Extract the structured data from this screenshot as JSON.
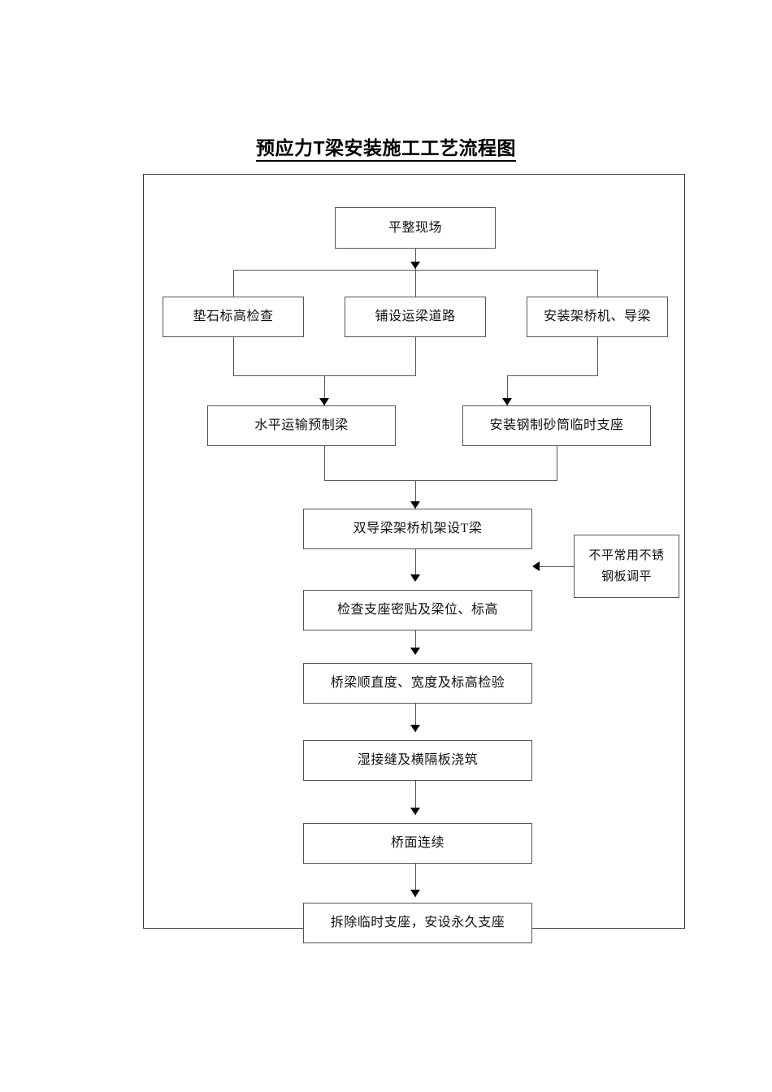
{
  "document": {
    "title": "预应力T梁安装施工工艺流程图"
  },
  "flowchart": {
    "nodes": {
      "level_site": "平整现场",
      "bearing_check": "垫石标高检查",
      "haul_road": "铺设运梁道路",
      "install_launcher": "安装架桥机、导梁",
      "transport_beam": "水平运输预制梁",
      "install_sand_cylinder": "安装钢制砂筒临时支座",
      "erect_t_beam": "双导梁架桥机架设T梁",
      "check_bearing_contact": "检查支座密贴及梁位、标高",
      "inspect_geometry": "桥梁顺直度、宽度及标高检验",
      "wet_joint_pour": "湿接缝及横隔板浇筑",
      "deck_continuity": "桥面连续",
      "remove_temp_bearing": "拆除临时支座，安设永久支座"
    },
    "side_note": {
      "line1": "不平常用不锈",
      "line2": "钢板调平"
    }
  }
}
